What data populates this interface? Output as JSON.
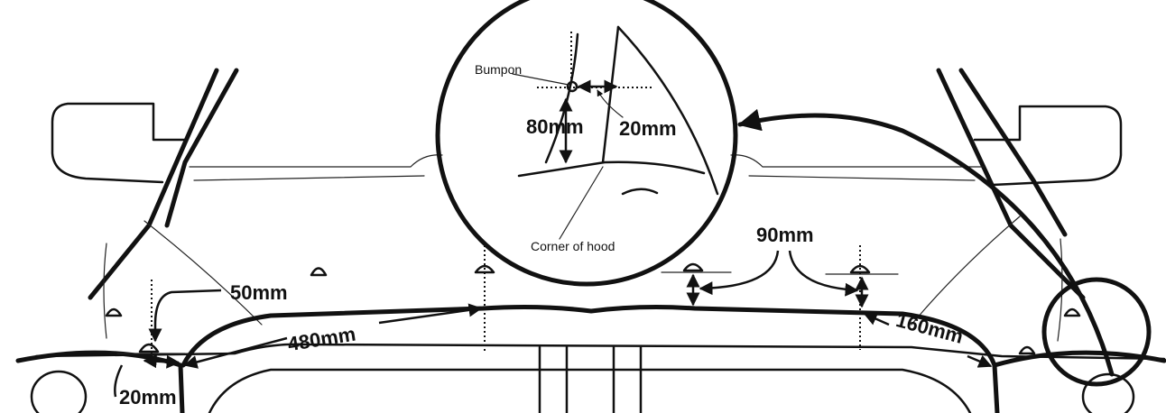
{
  "labels": {
    "bumpon": "Bumpon",
    "corner_of_hood": "Corner of hood",
    "d80": "80mm",
    "d20_top": "20mm",
    "d90": "90mm",
    "d50": "50mm",
    "d480": "480mm",
    "d160": "160mm",
    "d20_left": "20mm"
  },
  "colors": {
    "ink": "#111111",
    "background": "#ffffff"
  }
}
